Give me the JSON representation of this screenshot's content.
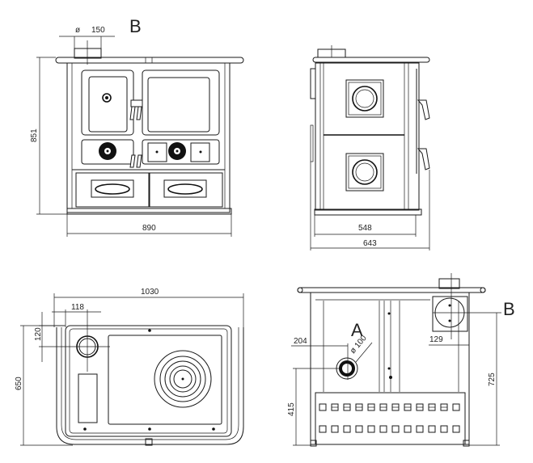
{
  "drawing": {
    "subject": "Cook stove dimensional drawing",
    "units": "mm",
    "labels": {
      "flue_outlet": "B",
      "air_inlet": "A"
    },
    "front_view": {
      "flue_diameter_symbol": "ø",
      "flue_diameter": "150",
      "height": "851",
      "width": "890"
    },
    "side_view": {
      "body_depth": "548",
      "overall_depth": "643"
    },
    "top_view": {
      "overall_width": "1030",
      "flue_offset_x": "118",
      "flue_offset_y": "120",
      "depth": "650"
    },
    "rear_view": {
      "air_inlet_offset_x": "204",
      "air_inlet_diameter": "ø 100",
      "flue_offset_x": "129",
      "air_inlet_height": "415",
      "flue_height": "725"
    }
  }
}
